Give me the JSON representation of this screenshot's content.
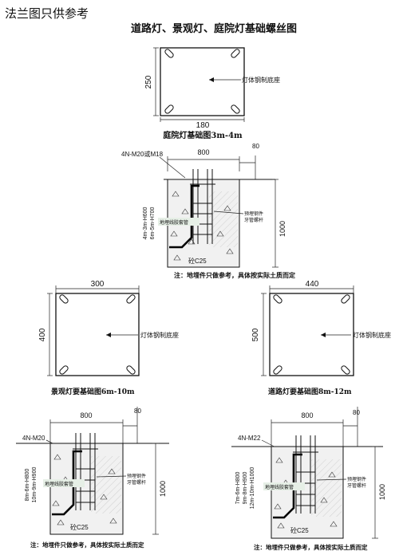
{
  "header": {
    "corner_note": "法兰图只供参考",
    "main_title": "道路灯、景观灯、庭院灯基础螺丝图"
  },
  "plate_small": {
    "width_dim": "180",
    "height_dim": "250",
    "callout": "灯体钢制底座",
    "caption": "庭院灯基础图3m-4m"
  },
  "foundation_top": {
    "bolt_label": "4N-M20或M18",
    "width_dim": "800",
    "offset_dim": "80",
    "height_dim": "1000",
    "side_label_1": "4m-3m-H600",
    "side_label_2": "6m-5m-H700",
    "conduit_label": "地埋线胶套管",
    "embed_label_1": "预埋钢件",
    "embed_label_2": "牙管螺杆",
    "concrete_label": "砼C25",
    "note": "注：地埋件只做参考，具体按实际土质而定"
  },
  "plate_left": {
    "width_dim": "300",
    "height_dim": "400",
    "callout": "灯体钢制底座",
    "caption": "景观灯要基础图6m-10m"
  },
  "plate_right": {
    "width_dim": "440",
    "height_dim": "500",
    "callout": "灯体钢制底座",
    "caption": "道路灯要基础图8m-12m"
  },
  "foundation_left": {
    "bolt_label": "4N-M20",
    "width_dim": "800",
    "offset_dim": "80",
    "height_dim": "1000",
    "side_label_1": "8m-6m-H800",
    "side_label_2": "10m-9m-H900",
    "conduit_label": "地埋线胶套管",
    "embed_label_1": "预埋钢件",
    "embed_label_2": "牙管螺杆",
    "concrete_label": "砼C25",
    "note": "注：地埋件只做参考，具体按实际土质而定"
  },
  "foundation_right": {
    "bolt_label": "4N-M22",
    "width_dim": "800",
    "offset_dim": "80",
    "height_dim": "1000",
    "side_label_1": "7m-6m-H800",
    "side_label_2": "9m-8m-H900",
    "side_label_3": "12m-10m-H1000",
    "conduit_label": "地埋线胶套管",
    "embed_label_1": "预埋钢件",
    "embed_label_2": "牙管螺杆",
    "concrete_label": "砼C25",
    "note": "注：地埋件只做参考，具体按实际土质而定"
  }
}
